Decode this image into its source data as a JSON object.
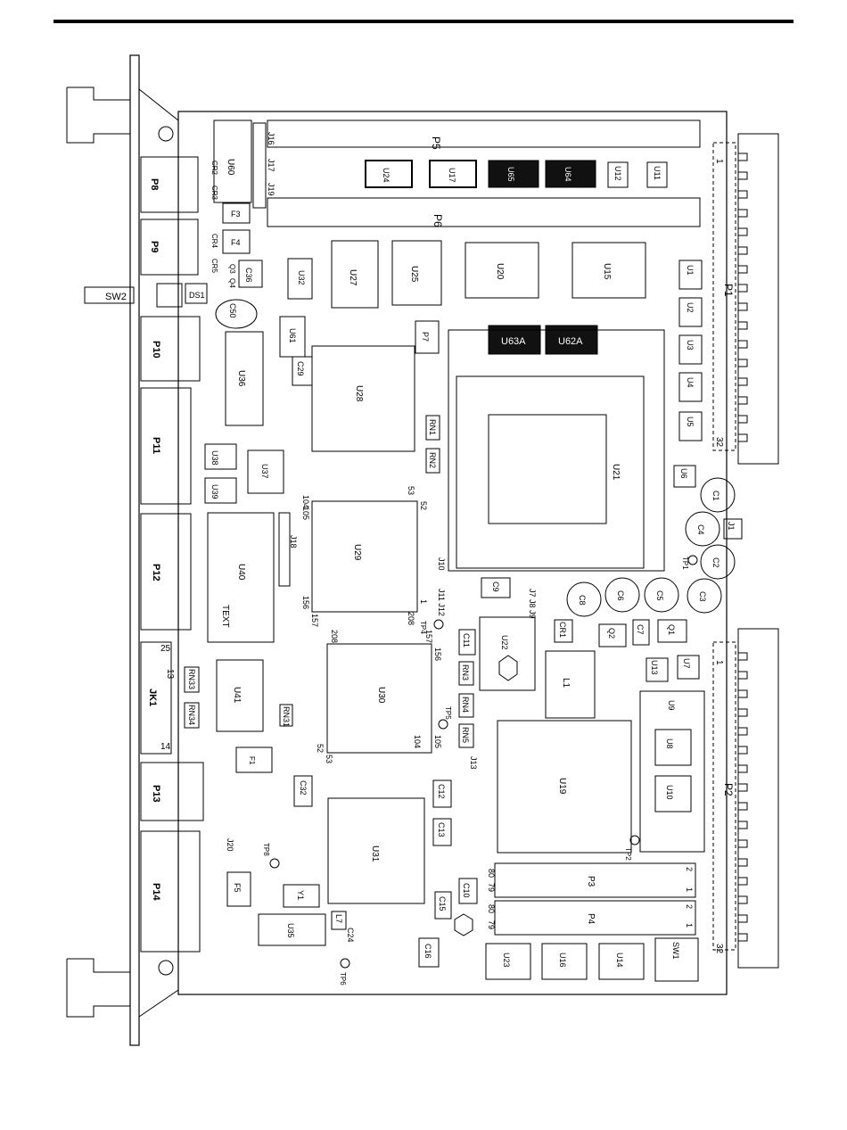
{
  "components": {
    "P5": "P5",
    "P6": "P6",
    "P8": "P8",
    "P9": "P9",
    "P10": "P10",
    "P11": "P11",
    "P12": "P12",
    "P13": "P13",
    "P14": "P14",
    "JK1": "JK1",
    "SW2": "SW2",
    "DS1": "DS1",
    "U60": "U60",
    "F3": "F3",
    "F4": "F4",
    "F1": "F1",
    "F5": "F5",
    "C36": "C36",
    "C50": "C50",
    "C29": "C29",
    "C32": "C32",
    "U36": "U36",
    "U32": "U32",
    "U61": "U61",
    "U27": "U27",
    "U25": "U25",
    "U20": "U20",
    "U15": "U15",
    "U24": "U24",
    "U17": "U17",
    "U65": "U65",
    "U64": "U64",
    "U12": "U12",
    "U11": "U11",
    "U63A": "U63A",
    "U62A": "U62A",
    "U28": "U28",
    "U21": "U21",
    "P7": "P7",
    "RN1": "RN1",
    "RN2": "RN2",
    "RN3": "RN3",
    "RN4": "RN4",
    "RN5": "RN5",
    "RN33": "RN33",
    "RN34": "RN34",
    "RN31": "RN31",
    "U38": "U38",
    "U39": "U39",
    "U37": "U37",
    "U40": "U40",
    "TEXT": "TEXT",
    "J18": "J18",
    "U29": "U29",
    "U41": "U41",
    "U30": "U30",
    "U31": "U31",
    "U35": "U35",
    "Y1": "Y1",
    "L7": "L7",
    "C24": "C24",
    "U22": "U22",
    "C11": "C11",
    "C12": "C12",
    "C13": "C13",
    "C10": "C10",
    "C15": "C15",
    "C16": "C16",
    "U19": "U19",
    "U23": "U23",
    "U16": "U16",
    "U14": "U14",
    "SW1": "SW1",
    "P3": "P3",
    "P4": "P4",
    "P1": "P1",
    "P2": "P2",
    "U1": "U1",
    "U2": "U2",
    "U3": "U3",
    "U4": "U4",
    "U5": "U5",
    "U6": "U6",
    "C1": "C1",
    "C2": "C2",
    "C3": "C3",
    "C4": "C4",
    "C5": "C5",
    "C6": "C6",
    "C7": "C7",
    "C8": "C8",
    "C9": "C9",
    "J1": "J1",
    "TP1": "TP1",
    "Q1": "Q1",
    "Q2": "Q2",
    "CR1": "CR1",
    "L1": "L1",
    "U13": "U13",
    "U7": "U7",
    "U9": "U9",
    "U8": "U8",
    "U10": "U10",
    "TP2": "TP2",
    "TP4": "TP4",
    "TP5": "TP5",
    "TP8": "TP8",
    "TP6": "TP6",
    "J13": "J13",
    "J10": "J10",
    "J11J12": "J11 J12",
    "J7J8J9": "J7 J8 J9",
    "J16": "J16",
    "J17": "J17",
    "J19": "J19",
    "CR2": "CR2",
    "CR3": "CR3",
    "CR4": "CR4",
    "CR5": "CR5",
    "Q3": "Q3",
    "Q4": "Q4",
    "J20": "J20"
  },
  "pin_labels": {
    "p1_top": "1",
    "p1_bottom": "32",
    "p2_top": "1",
    "p2_bottom": "32",
    "u29_104": "104",
    "u29_53": "53",
    "u29_52": "52",
    "u29_105": "105",
    "u29_156": "156",
    "u29_1": "1",
    "u29_157": "157",
    "u29_208": "208",
    "u30_208": "208",
    "u30_157": "157",
    "u30_156": "156",
    "u30_105": "105",
    "u30_104": "104",
    "u30_53": "53",
    "u30_52": "52",
    "p3_80": "80",
    "p3_79": "79",
    "p3_2": "2",
    "p3_1": "1",
    "p4_80": "80",
    "p4_79": "79",
    "p4_2": "2",
    "p4_1": "1",
    "jk1_25": "25",
    "jk1_13": "13",
    "jk1_14": "14"
  }
}
